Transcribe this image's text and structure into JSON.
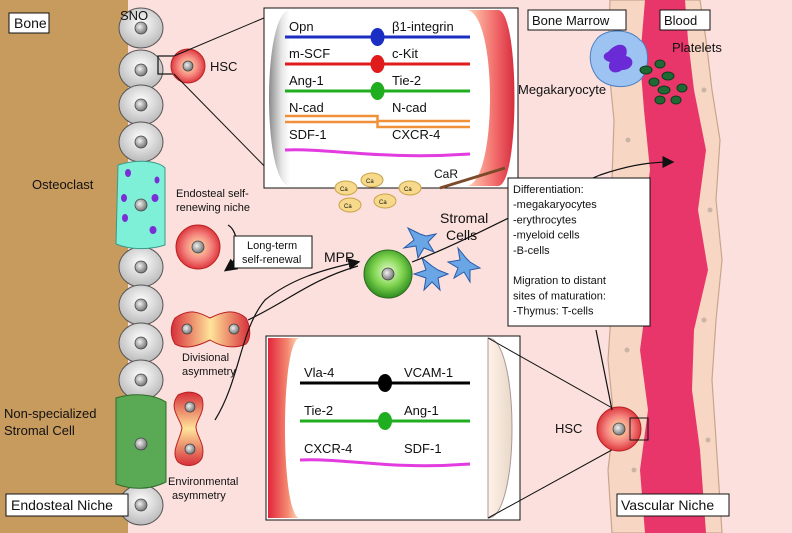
{
  "labels": {
    "bone": "Bone",
    "sno": "SNO",
    "hsc_top": "HSC",
    "osteoclast": "Osteoclast",
    "endosteal_self_renewing": [
      "Endosteal self-",
      "renewing niche"
    ],
    "long_term": [
      "Long-term",
      "self-renewal"
    ],
    "mpp": "MPP",
    "stromal_cells": [
      "Stromal",
      "Cells"
    ],
    "divisional": [
      "Divisional",
      "asymmetry"
    ],
    "environmental": [
      "Environmental",
      "asymmetry"
    ],
    "non_specialized": [
      "Non-specialized",
      "Stromal Cell"
    ],
    "endosteal_niche": "Endosteal Niche",
    "bone_marrow": "Bone Marrow",
    "blood": "Blood",
    "platelets": "Platelets",
    "megakaryocyte": "Megakaryocyte",
    "hsc_bottom": "HSC",
    "vascular_niche": "Vascular Niche",
    "car": "CaR",
    "calcium": "Ca"
  },
  "top_panel": {
    "pairs": [
      {
        "left": "Opn",
        "right": "β1-integrin",
        "color": "#1a2ec4",
        "node": "#1a2ec4"
      },
      {
        "left": "m-SCF",
        "right": "c-Kit",
        "color": "#e01b1b",
        "node": "#e01b1b"
      },
      {
        "left": "Ang-1",
        "right": "Tie-2",
        "color": "#1fae1f",
        "node": "#1fae1f"
      },
      {
        "left": "N-cad",
        "right": "N-cad",
        "color": "#f0913a",
        "node": ""
      },
      {
        "left": "SDF-1",
        "right": "CXCR-4",
        "color": "#e23be0",
        "node": ""
      }
    ]
  },
  "bottom_panel": {
    "pairs": [
      {
        "left": "Vla-4",
        "right": "VCAM-1",
        "color": "#000000",
        "node": "#000000"
      },
      {
        "left": "Tie-2",
        "right": "Ang-1",
        "color": "#1fae1f",
        "node": "#1fae1f"
      },
      {
        "left": "CXCR-4",
        "right": "SDF-1",
        "color": "#e23be0",
        "node": ""
      }
    ]
  },
  "info_box": {
    "lines": [
      "Differentiation:",
      "-megakaryocytes",
      "-erythrocytes",
      "-myeloid cells",
      "-B-cells",
      "",
      "Migration to distant",
      "sites of maturation:",
      "-Thymus: T-cells"
    ]
  },
  "colors": {
    "bone": "#c79a5e",
    "marrow": "#fbe0dd",
    "blood_vessel": "#e8366a",
    "vessel_wall": "#f5cfb9",
    "osteoclast": "#7ff0d8",
    "stromal": "#5aaa55"
  }
}
